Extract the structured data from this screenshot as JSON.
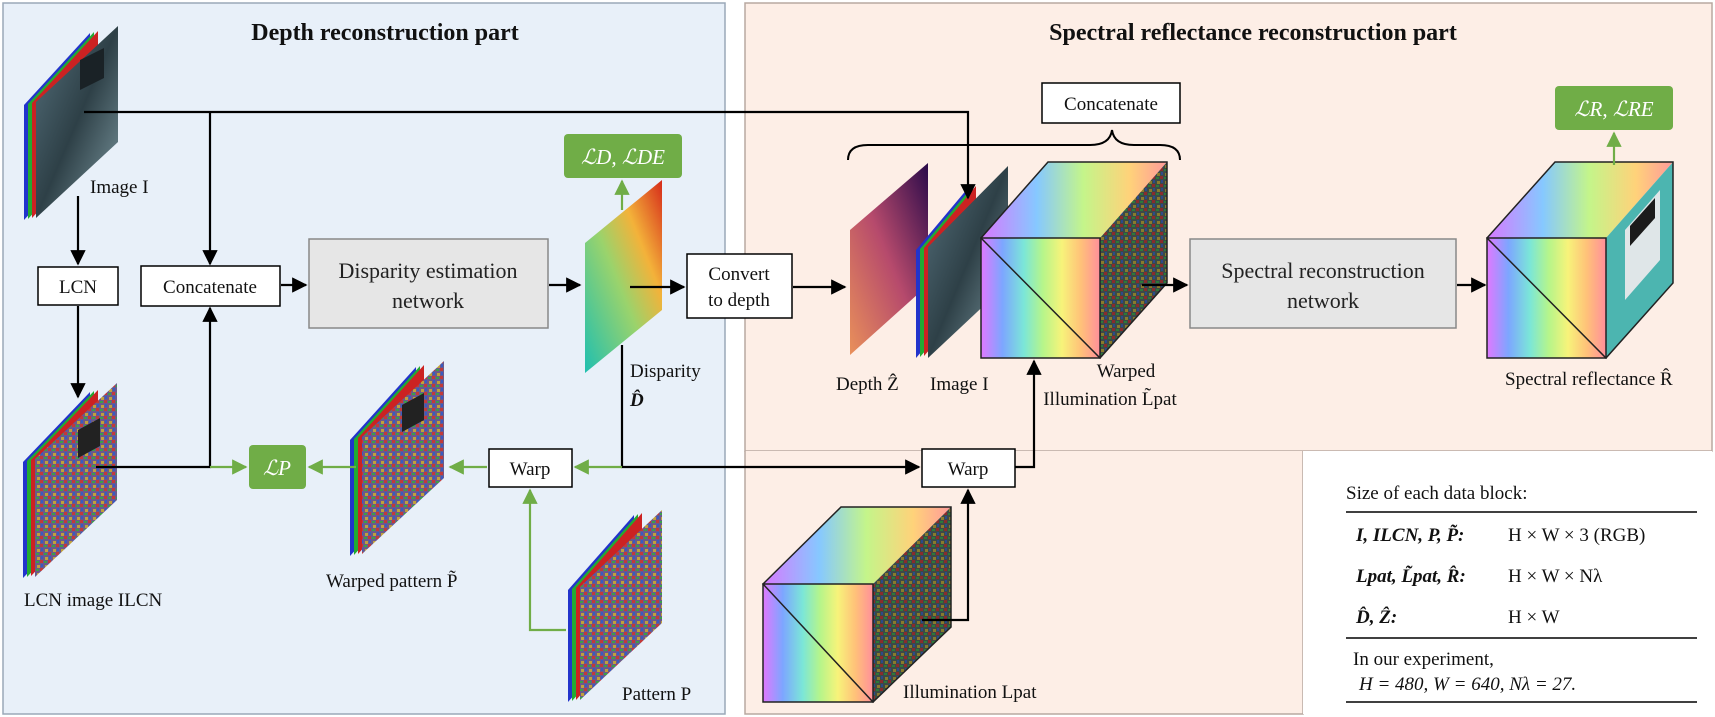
{
  "panels": {
    "depth": {
      "title": "Depth reconstruction part"
    },
    "spectral": {
      "title": "Spectral reflectance reconstruction part"
    }
  },
  "boxes": {
    "lcn": "LCN",
    "concatenate_left": "Concatenate",
    "disparity_net": [
      "Disparity estimation",
      "network"
    ],
    "convert": [
      "Convert",
      "to depth"
    ],
    "warp_left": "Warp",
    "warp_right": "Warp",
    "concatenate_top": "Concatenate",
    "spectral_net": [
      "Spectral reconstruction",
      "network"
    ]
  },
  "losses": {
    "depth": "ℒD, ℒDE",
    "pattern": "ℒP",
    "spectral": "ℒR, ℒRE"
  },
  "labels": {
    "image_i": "Image I",
    "lcn_image": "LCN image ILCN",
    "warped_pattern": "Warped pattern P̃",
    "pattern": "Pattern P",
    "disparity": [
      "Disparity",
      "D̂"
    ],
    "depth": "Depth Ẑ",
    "image_i_right": "Image I",
    "warped_illum": [
      "Warped",
      "Illumination L̃pat"
    ],
    "illumination": "Illumination Lpat",
    "spectral_reflectance": "Spectral reflectance R̂"
  },
  "size_table": {
    "header": "Size of each data block:",
    "rows": [
      {
        "vars": "I, ILCN, P, P̃:",
        "size": "H × W × 3 (RGB)"
      },
      {
        "vars": "Lpat, L̃pat, R̂:",
        "size": "H × W × Nλ"
      },
      {
        "vars": "D̂, Ẑ:",
        "size": "H × W"
      }
    ],
    "note": [
      "In our experiment,",
      "H = 480, W = 640, Nλ = 27."
    ]
  },
  "colors": {
    "depth_panel_bg": "#e8f0f9",
    "spectral_panel_bg": "#fdeee6",
    "loss_green": "#70ad47",
    "network_gray": "#e6e6e6"
  }
}
